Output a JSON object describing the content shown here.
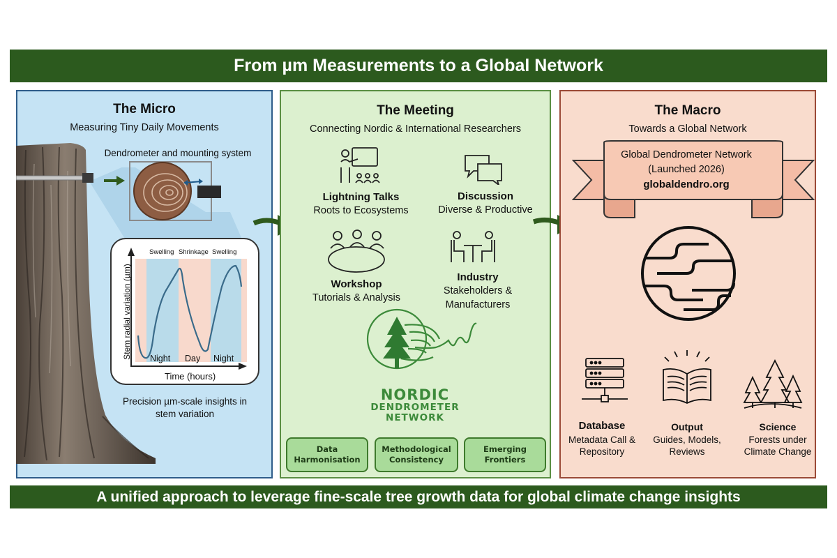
{
  "header": {
    "title": "From µm Measurements to a Global Network"
  },
  "footer": {
    "text": "A unified approach to leverage fine-scale tree growth data for global climate change insights"
  },
  "micro": {
    "title": "The Micro",
    "subtitle": "Measuring Tiny Daily Movements",
    "device_label": "Dendrometer and mounting system",
    "graph": {
      "phases": [
        "Swelling",
        "Shrinkage",
        "Swelling"
      ],
      "periods": [
        "Night",
        "Day",
        "Night"
      ],
      "ylabel": "Stem radial variation (µm)",
      "xlabel": "Time (hours)"
    },
    "caption_line1": "Precision µm-scale insights in",
    "caption_line2": "stem variation"
  },
  "meeting": {
    "title": "The Meeting",
    "subtitle": "Connecting Nordic & International Researchers",
    "items": [
      {
        "title": "Lightning Talks",
        "lines": [
          "Roots to Ecosystems"
        ],
        "icon": "presenter-icon"
      },
      {
        "title": "Discussion",
        "lines": [
          "Diverse & Productive"
        ],
        "icon": "speech-bubbles-icon"
      },
      {
        "title": "Workshop",
        "lines": [
          "Tutorials & Analysis"
        ],
        "icon": "round-table-icon"
      },
      {
        "title": "Industry",
        "lines": [
          "Stakeholders &",
          "Manufacturers"
        ],
        "icon": "meeting-table-icon"
      }
    ],
    "logo": {
      "line1": "NORDIC",
      "line2": "DENDROMETER",
      "line3": "NETWORK"
    },
    "pills": [
      {
        "line1": "Data",
        "line2": "Harmonisation"
      },
      {
        "line1": "Methodological",
        "line2": "Consistency"
      },
      {
        "line1": "Emerging",
        "line2": "Frontiers"
      }
    ]
  },
  "macro": {
    "title": "The Macro",
    "subtitle": "Towards a Global Network",
    "banner": {
      "line1": "Global Dendrometer Network",
      "line2": "(Launched 2026)",
      "line3": "globaldendro.org"
    },
    "items": [
      {
        "title": "Database",
        "lines": [
          "Metadata Call &",
          "Repository"
        ],
        "icon": "database-icon"
      },
      {
        "title": "Output",
        "lines": [
          "Guides, Models,",
          "Reviews"
        ],
        "icon": "open-book-icon"
      },
      {
        "title": "Science",
        "lines": [
          "Forests under",
          "Climate Change"
        ],
        "icon": "trees-icon"
      }
    ]
  },
  "colors": {
    "banner": "#2c5a1e",
    "micro_bg": "#c5e3f4",
    "meeting_bg": "#dcf0cf",
    "macro_bg": "#f9dccd",
    "arrow": "#2f5a1d",
    "logo_green": "#3c8a3a"
  }
}
